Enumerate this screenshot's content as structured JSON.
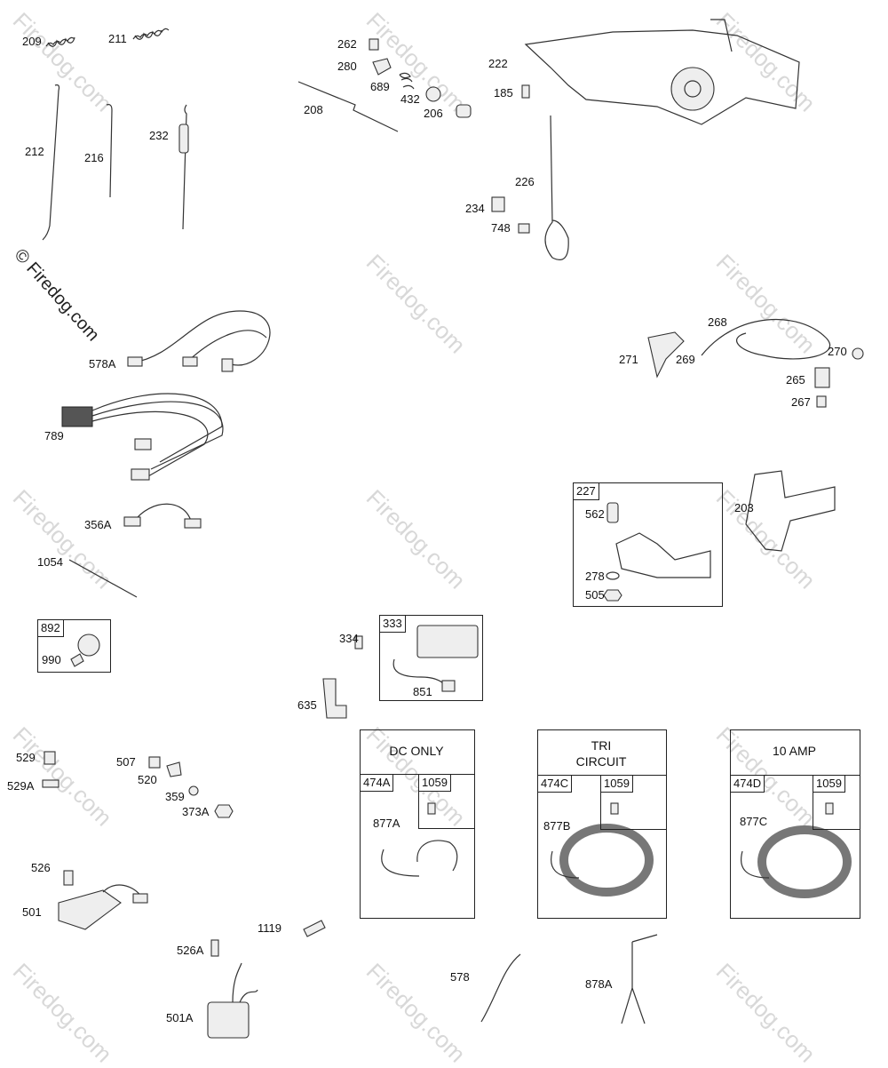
{
  "watermark": "Firedog.com",
  "copyright": "© Firedog.com",
  "part_labels": {
    "p209": "209",
    "p211": "211",
    "p212": "212",
    "p216": "216",
    "p232": "232",
    "p262": "262",
    "p280": "280",
    "p689": "689",
    "p432": "432",
    "p206": "206",
    "p208": "208",
    "p222": "222",
    "p185": "185",
    "p226": "226",
    "p234": "234",
    "p748": "748",
    "p578A": "578A",
    "p789": "789",
    "p268": "268",
    "p271": "271",
    "p269": "269",
    "p270": "270",
    "p265": "265",
    "p267": "267",
    "p227": "227",
    "p562": "562",
    "p278": "278",
    "p505": "505",
    "p203": "203",
    "p356A": "356A",
    "p1054": "1054",
    "p892": "892",
    "p990": "990",
    "p334": "334",
    "p333": "333",
    "p851": "851",
    "p635": "635",
    "p529": "529",
    "p529A": "529A",
    "p507": "507",
    "p520": "520",
    "p359": "359",
    "p373A": "373A",
    "p526": "526",
    "p501": "501",
    "p1119": "1119",
    "p526A": "526A",
    "p501A": "501A",
    "p578": "578",
    "p878A": "878A",
    "p474A": "474A",
    "p1059a": "1059",
    "p877A": "877A",
    "p474C": "474C",
    "p1059b": "1059",
    "p877B": "877B",
    "p474D": "474D",
    "p1059c": "1059",
    "p877C": "877C"
  },
  "panels": {
    "dc_title": "DC ONLY",
    "tri_title_line1": "TRI",
    "tri_title_line2": "CIRCUIT",
    "amp_title": "10 AMP"
  }
}
